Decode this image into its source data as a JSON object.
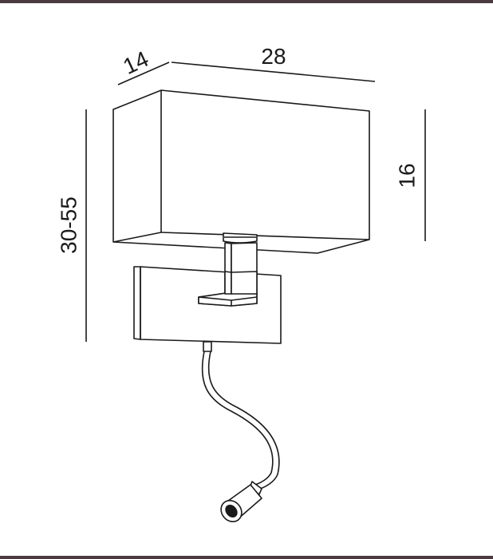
{
  "dimensions": {
    "depth": "14",
    "width": "28",
    "shade_height": "16",
    "mount_height": "30-55"
  },
  "colors": {
    "line": "#1a1a1a",
    "rule": "#4a3a3f",
    "background": "#ffffff"
  }
}
